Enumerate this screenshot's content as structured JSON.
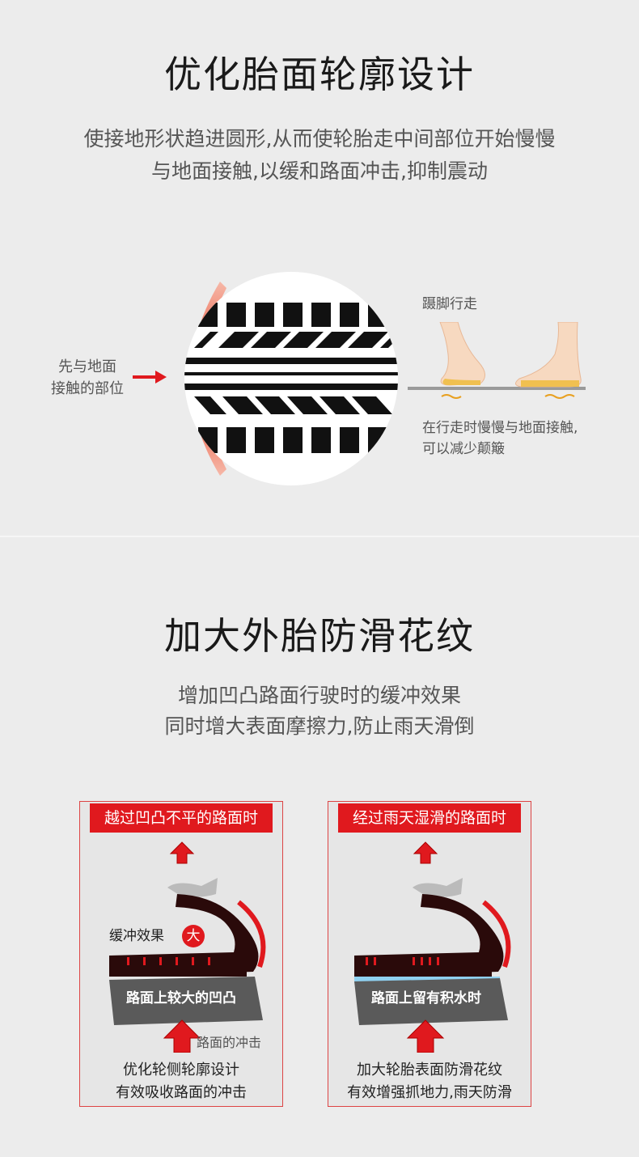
{
  "section1": {
    "title": "优化胎面轮廓设计",
    "subtitle_line1": "使接地形状趋进圆形,从而使轮胎走中间部位开始慢慢",
    "subtitle_line2": "与地面接触,以缓和路面冲击,抑制震动",
    "left_label_line1": "先与地面",
    "left_label_line2": "接触的部位",
    "walk_title": "蹑脚行走",
    "walk_desc_line1": "在行走时慢慢与地面接触,",
    "walk_desc_line2": "可以减少颠簸"
  },
  "section2": {
    "title": "加大外胎防滑花纹",
    "subtitle_line1": "增加凹凸路面行驶时的缓冲效果",
    "subtitle_line2": "同时增大表面摩擦力,防止雨天滑倒",
    "card_left": {
      "title": "越过凹凸不平的路面时",
      "buffer_label": "缓冲效果",
      "buffer_badge": "大",
      "road_label": "路面上较大的凹凸",
      "impact_label": "路面的冲击",
      "caption_line1": "优化轮侧轮廓设计",
      "caption_line2": "有效吸收路面的冲击"
    },
    "card_right": {
      "title": "经过雨天湿滑的路面时",
      "road_label": "路面上留有积水时",
      "caption_line1": "加大轮胎表面防滑花纹",
      "caption_line2": "有效增强抓地力,雨天防滑"
    }
  },
  "colors": {
    "accent_red": "#e0191e",
    "background": "#ececec",
    "tire_dark": "#2a0a0a",
    "water_blue": "#8fd0f0"
  }
}
